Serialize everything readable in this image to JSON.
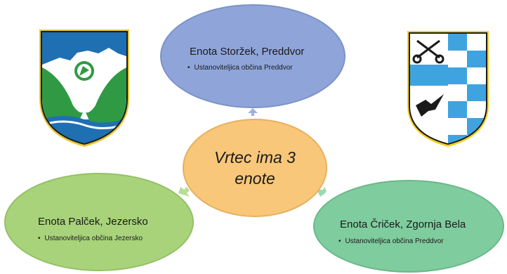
{
  "center": {
    "text_line1": "Vrtec ima 3",
    "text_line2": "enote"
  },
  "units": [
    {
      "title": "Enota Storžek, Preddvor",
      "bullet": "Ustanoviteljica občina Preddvor",
      "color": "#8fa5d9"
    },
    {
      "title": "Enota Palček, Jezersko",
      "bullet": "Ustanoviteljica občina Jezersko",
      "color": "#a8d37a"
    },
    {
      "title": "Enota Čriček, Zgornja Bela",
      "bullet": "Ustanoviteljica občina Preddvor",
      "color": "#7fcc9e"
    }
  ],
  "center_color": "#f9c77a",
  "icons": {
    "left_crest": "municipality-coat-of-arms-jezersko",
    "right_crest": "municipality-coat-of-arms-preddvor"
  }
}
